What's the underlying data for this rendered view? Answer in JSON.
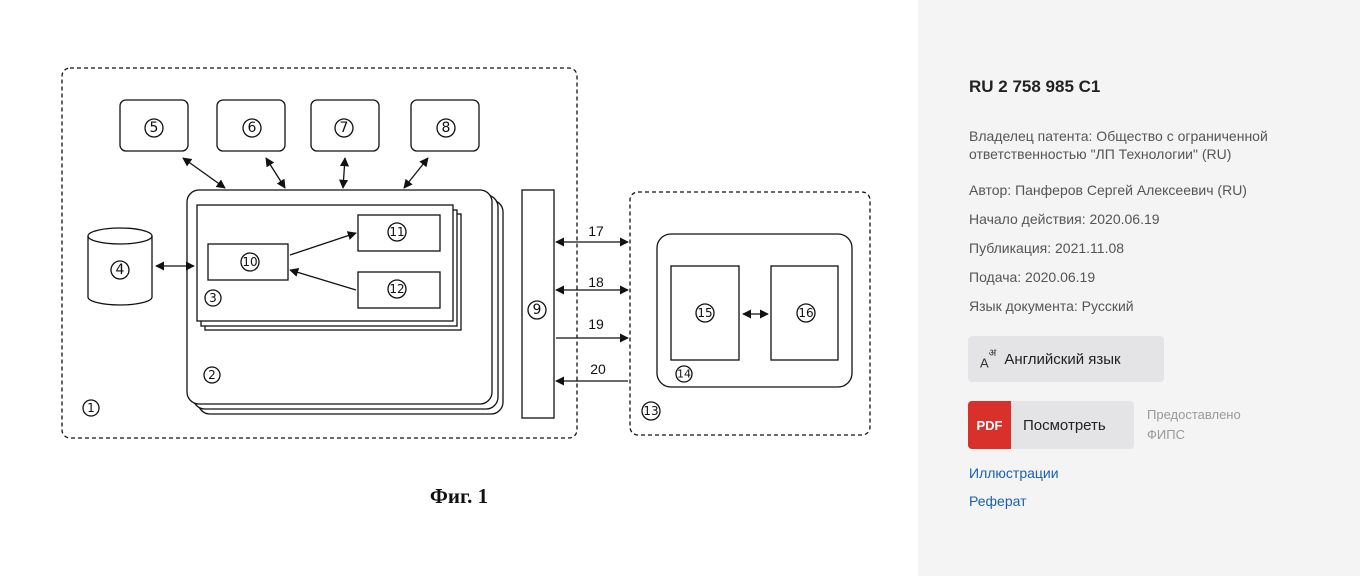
{
  "figure": {
    "caption": "Фиг. 1",
    "labels": {
      "n1": "1",
      "n2": "2",
      "n3": "3",
      "n4": "4",
      "n5": "5",
      "n6": "6",
      "n7": "7",
      "n8": "8",
      "n9": "9",
      "n10": "10",
      "n11": "11",
      "n12": "12",
      "n13": "13",
      "n14": "14",
      "n15": "15",
      "n16": "16",
      "a17": "17",
      "a18": "18",
      "a19": "19",
      "a20": "20"
    }
  },
  "panel": {
    "doc_number": "RU 2 758 985 C1",
    "owner": "Владелец патента: Общество с ограниченной ответственностью \"ЛП Технологии\" (RU)",
    "author": "Автор: Панферов Сергей Алексеевич (RU)",
    "start": "Начало действия: 2020.06.19",
    "publication": "Публикация: 2021.11.08",
    "filing": "Подача: 2020.06.19",
    "language": "Язык документа: Русский",
    "translate_button": "Английский язык",
    "translate_icon_main": "A",
    "translate_icon_sup": "अ",
    "pdf_badge": "PDF",
    "view_button": "Посмотреть",
    "provided_by": "Предоставлено\nФИПС",
    "links": {
      "illustrations": "Иллюстрации",
      "abstract": "Реферат"
    }
  },
  "icons": {
    "translate": "translate-icon",
    "pdf": "pdf-icon"
  },
  "colors": {
    "link": "#1a5fb4",
    "pdf_badge": "#d9302c",
    "panel_bg": "#f4f4f5",
    "button_bg": "#e4e4e6"
  }
}
